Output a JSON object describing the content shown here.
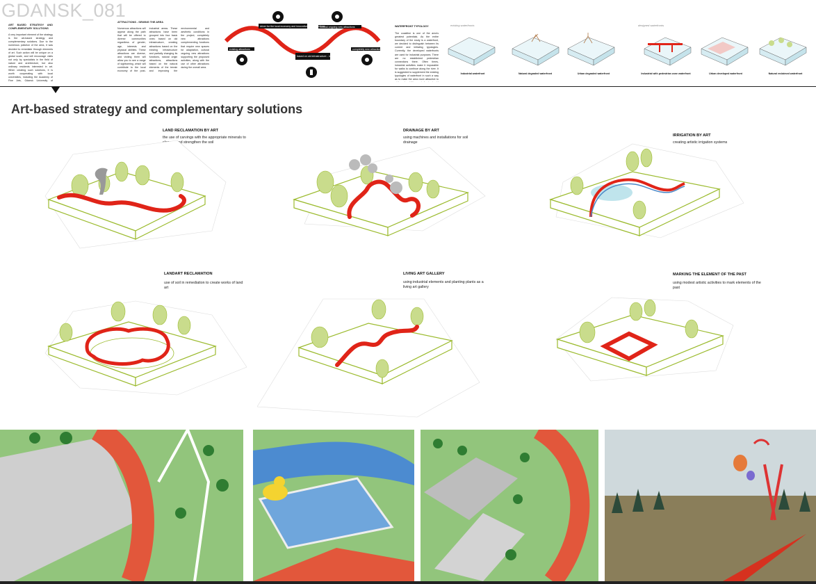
{
  "header": {
    "brand": "GDANSK_081"
  },
  "top_columns": [
    {
      "title": "ART BASED STRATEGY AND COMPLEMENTARY SOLUTIONS",
      "text": "A very important element of the strategy is the art-based strategy and complementary solutions. Due to the numerous pollution of the area, it was decided to remediate through elements of art. Such action will be unique on a global scale, and will encourage visits not only by specialists in the field of nature and architecture, but also ordinary residents interested in art. When creating such solutions, it is worth cooperating with local universities, including the Academy of Fine Arts, Gdansk University of Technology and the University of Gdansk. A special course should be opened, which may be part of the Architecture of Cultural Space studies taught at the Academy of Fine Arts in Gdansk, which would be supported with external remediation specialists. In addition, it is proposed to conduct artistic activities through the existing infrastructure of the area with the potential of the artists."
    },
    {
      "title": "ATTRACTIONS - SEWING THE AREA",
      "text": "Numerous attractions will appear along the path that will be offered to diverse communities regardless of gender, age, interests and physical abilities. These attractions are diverse, and visiting them will allow you to see a range of sightseeing, which will contribute to the local economy of the post-industrial areas. These attractions have been grouped into four basic ones: based on old infrastructure, creating attractions based on the existing infrastructure and partially changing its functions, natural origin attractions, attractions based on the natural elements of the terrain and improving the environmental and aesthetic conditions in the project, completely new attractions complementing functions that require new spaces for adaptation, cultural ongoing new attractions supporting the proposed activities, along with the use of other attractions during the overall area."
    },
    {
      "title": "WATERFRONT TYPOLOGY",
      "text": "The coastline is one of the area's greatest potentials. As the entire boundary of the study is a waterfront, we decided to distinguish between its current and initiating typologies. Currently, the developed waterfronts are used for industrial purposes. There are no established pedestrian connections there. Often times, industrial activities make it impossible for walks to continue along the river. It is suggested to supplement the existing typologies of waterfront in such a way as to make the area more attractive to visitors. In addition, waterfronts should be highly resistant to rising water levels."
    }
  ],
  "attractions_diagram": {
    "labels": [
      "driver for the local economy and innovative new attractions",
      "cultural ongoing new attractions",
      "existing attractions",
      "based on old infrastructure - new attractions",
      "completely new attractions"
    ]
  },
  "waterfront": {
    "title": "WATERFRONT TYPOLOGY",
    "existing_label": "existing waterfronts",
    "designed_label": "designed waterfronts",
    "types": [
      "Industrial waterfront",
      "Natural degraded waterfront",
      "Urban degraded waterfront",
      "Industrial with pedestrian zone waterfront",
      "Urban developed waterfront",
      "Natural reclaimed waterfront"
    ]
  },
  "main_title": "Art-based strategy and complementary solutions",
  "strategies": [
    {
      "title": "LAND RECLAMATION BY ART",
      "desc": "the use of carvings with the appropriate minerals to cleanse and strengthen the soil"
    },
    {
      "title": "DRAINAGE BY ART",
      "desc": "using machines and installations for soil drainage"
    },
    {
      "title": "IRRIGATION BY ART",
      "desc": "creating artistic irrigation systems"
    },
    {
      "title": "LANDART RECLAMATION",
      "desc": "use of soil in remediation to create works of land art"
    },
    {
      "title": "LIVING ART GALLERY",
      "desc": "using industrial elements and planting plants as a living art gallery"
    },
    {
      "title": "MARKING THE ELEMENT OF THE  PAST",
      "desc": "using modest artistic activities to mark elements of the past"
    }
  ],
  "colors": {
    "accent_red": "#e02418",
    "grass_line": "#9cbb2f",
    "tree_green": "#c9dc8c",
    "water": "#bfe4ec"
  }
}
